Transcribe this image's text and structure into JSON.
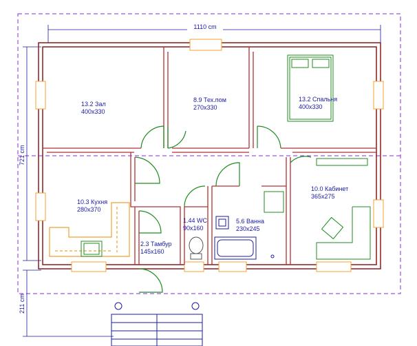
{
  "dimensions": {
    "width": "1110 cm",
    "depth": "721 cm",
    "porch": "211 cm"
  },
  "rooms": [
    {
      "id": "hall",
      "area": "13.2 Зал",
      "size": "400x330"
    },
    {
      "id": "tech",
      "area": "8.9 Тех.пом",
      "size": "270x330"
    },
    {
      "id": "bedroom",
      "area": "13.2 Спальня",
      "size": "400x330"
    },
    {
      "id": "kitchen",
      "area": "10.3 Кухня",
      "size": "280x370"
    },
    {
      "id": "wc",
      "area": "1.44 WC",
      "size": "90x160"
    },
    {
      "id": "bath",
      "area": "5.6 Ванна",
      "size": "230x245"
    },
    {
      "id": "vestibule",
      "area": "2.3 Тамбур",
      "size": "145x160"
    },
    {
      "id": "office",
      "area": "10.0 Кабинет",
      "size": "365x275"
    }
  ],
  "colors": {
    "wall": "#8b1a1a",
    "inner_wall": "#b03030",
    "door": "#1e8c1e",
    "furniture": "#1e8c1e",
    "kitchen": "#f0a030",
    "dashed": "#8a2be2",
    "dimension": "#1a1aa6"
  }
}
